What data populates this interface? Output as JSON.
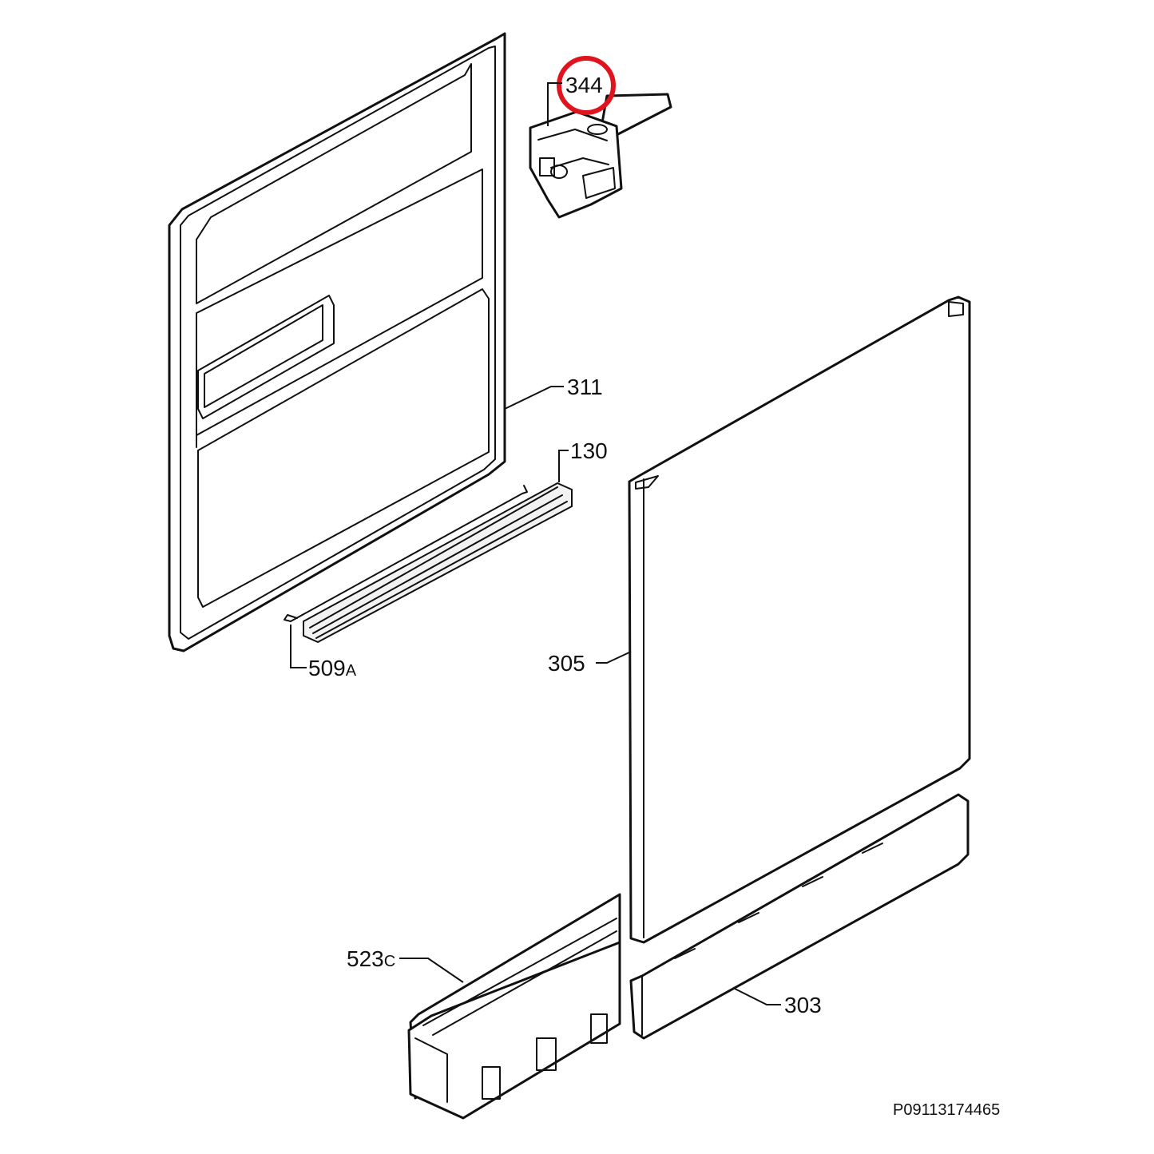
{
  "labels": {
    "l344": "344",
    "l311": "311",
    "l130": "130",
    "l509": "509",
    "l509s": "A",
    "l305": "305",
    "l523": "523",
    "l523s": "C",
    "l303": "303",
    "ref": "P09113174465"
  },
  "highlight": {
    "target": "344",
    "color": "#e0141e"
  }
}
